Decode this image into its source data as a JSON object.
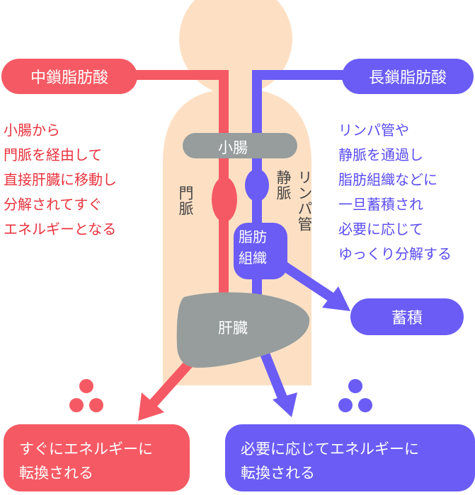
{
  "colors": {
    "medium": "#f55a64",
    "long": "#6a5cf5",
    "organ": "#969d9c",
    "body": "#fde0c4",
    "label": "#444444"
  },
  "medium_chain": {
    "title": "中鎖脂肪酸",
    "description": [
      "小腸から",
      "門脈を経由して",
      "直接肝臓に移動し",
      "分解されてすぐ",
      "エネルギーとなる"
    ],
    "path_label": "門脈",
    "result": [
      "すぐにエネルギーに",
      "転換される"
    ]
  },
  "long_chain": {
    "title": "長鎖脂肪酸",
    "description": [
      "リンパ管や",
      "静脈を通過し",
      "脂肪組織などに",
      "一旦蓄積され",
      "必要に応じて",
      "ゆっくり分解する"
    ],
    "path_labels": [
      "静脈",
      "リンパ管"
    ],
    "storage": "蓄積",
    "result": [
      "必要に応じてエネルギーに",
      "転換される"
    ]
  },
  "organs": {
    "small_intestine": "小腸",
    "fat_tissue": [
      "脂肪",
      "組織"
    ],
    "liver": "肝臓"
  }
}
